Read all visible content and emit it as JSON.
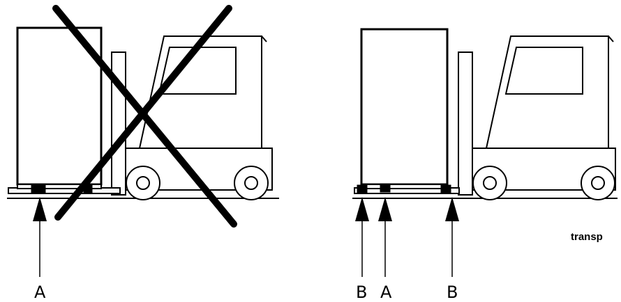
{
  "labels": {
    "wrong_point": "A",
    "right_point_left": "B",
    "right_point_center": "A",
    "right_point_right": "B",
    "code": "transp"
  },
  "colors": {
    "ink": "#000000",
    "paper": "#ffffff"
  },
  "icons": [
    "forklift-icon",
    "cabinet-icon",
    "cross-icon",
    "arrow-up-icon"
  ]
}
